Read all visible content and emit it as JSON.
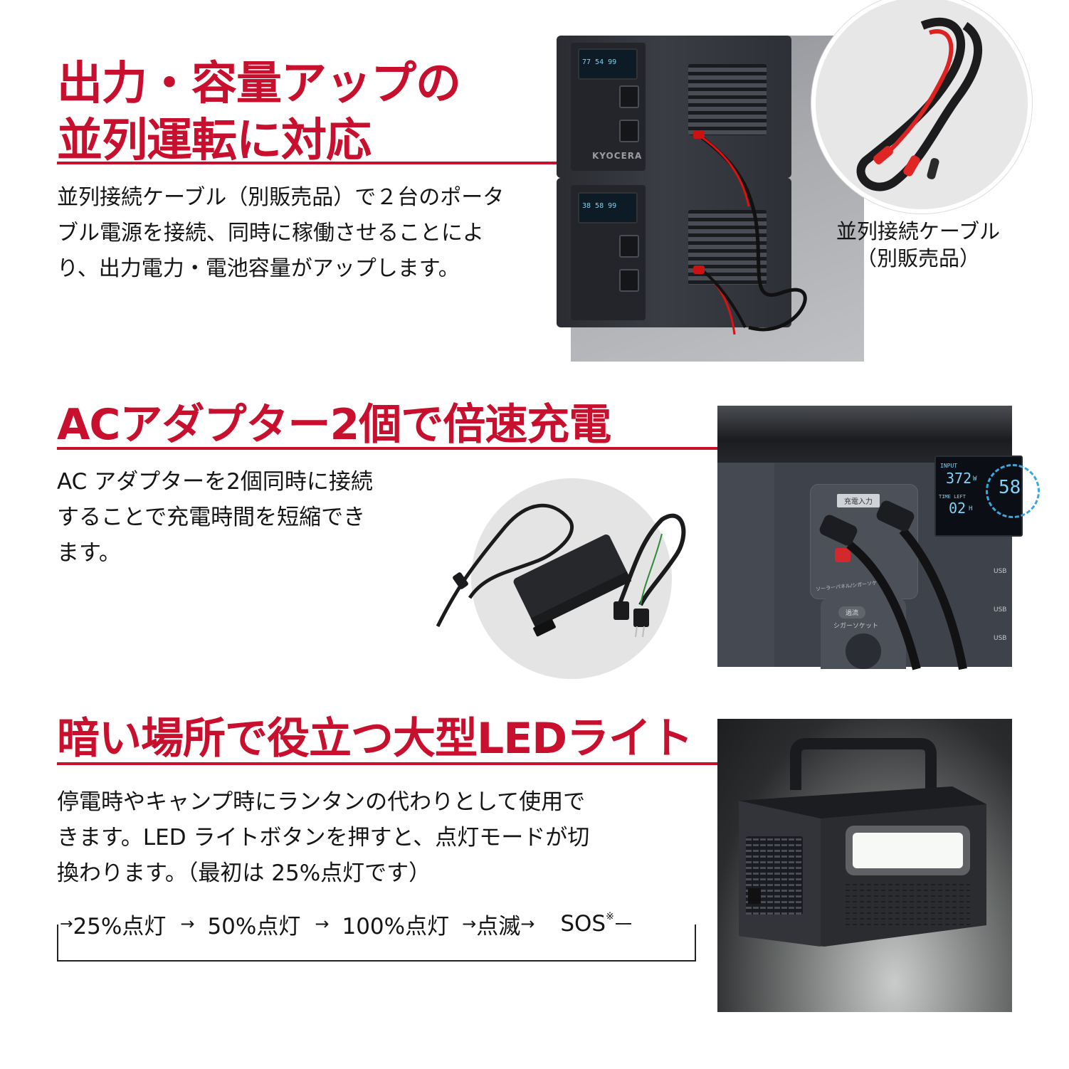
{
  "colors": {
    "accent_red": "#c8102e",
    "text": "#151515",
    "background": "#ffffff"
  },
  "sections": [
    {
      "headline_lines": [
        "出力・容量アップの",
        "並列運転に対応"
      ],
      "body_lines": [
        "並列接続ケーブル（別販売品）で２台のポータ",
        "ブル電源を接続、同時に稼働させることによ",
        "り、出力電力・電池容量がアップします。"
      ],
      "photo": {
        "description": "two stacked portable power stations connected by parallel cable",
        "brand_mark": "KYOCERA"
      },
      "inset": {
        "description": "parallel connection cable with red and black leads",
        "caption_lines": [
          "並列接続ケーブル",
          "（別販売品）"
        ]
      }
    },
    {
      "headline": "ACアダプター2個で倍速充電",
      "body_lines": [
        "AC アダプターを2個同時に接続",
        "することで充電時間を短縮でき",
        "ます。"
      ],
      "inset": {
        "description": "AC adapter with power cord"
      },
      "photo": {
        "description": "close-up of charging input ports with two adapter plugs",
        "panel_label": "充電入力",
        "lcd_input_label": "INPUT",
        "lcd_input_value": "372",
        "lcd_input_unit": "W",
        "lcd_time_label": "TIME LEFT",
        "lcd_time_value": "02",
        "lcd_time_unit": "H",
        "lcd_percent_partial": "58",
        "cigar_label": "シガーソケット",
        "cigar_button": "過流",
        "solar_label": "ソーラーパネル/シガーソケット",
        "usb_labels": [
          "USB",
          "USB",
          "USB"
        ]
      }
    },
    {
      "headline": "暗い場所で役立つ大型LEDライト",
      "body_lines": [
        "停電時やキャンプ時にランタンの代わりとして使用で",
        "きます。LED ライトボタンを押すと、点灯モードが切",
        "換わります。（最初は 25%点灯です）"
      ],
      "flow": {
        "steps": [
          "25%点灯",
          "50%点灯",
          "100%点灯",
          "点滅",
          "SOS"
        ],
        "arrow": "→",
        "footnote_mark": "※"
      },
      "photo": {
        "description": "portable power station with LED light bar illuminated in dark"
      }
    }
  ]
}
